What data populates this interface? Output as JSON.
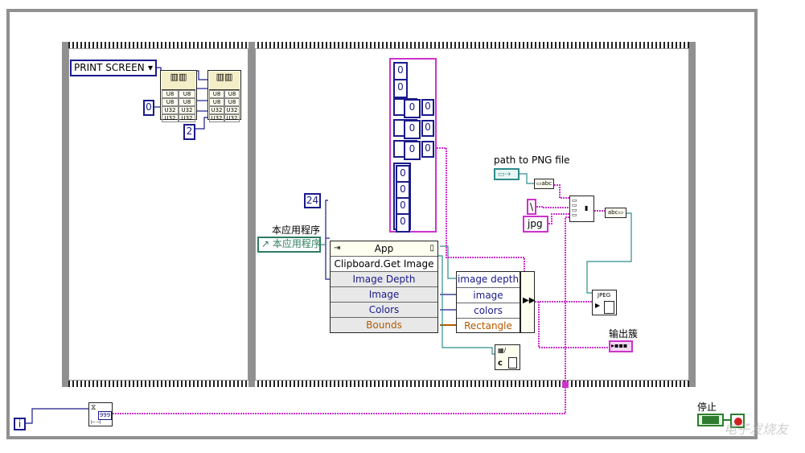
{
  "diagram": {
    "ring_constant": {
      "label": "PRINT SCREEN"
    },
    "constants": {
      "zero": "0",
      "two": "2",
      "twenty_four": "24",
      "nine_nine_nine": "999"
    },
    "type_rows": [
      "U8",
      "U8",
      "U32",
      "U32"
    ],
    "app_label": "本应用程序",
    "app_ref_control": "本应用程序",
    "property_node": {
      "class": "App",
      "property": "Clipboard.Get Image",
      "items": [
        "Image Depth",
        "Image",
        "Colors",
        "Bounds"
      ]
    },
    "bundle_node": {
      "items": [
        "image depth",
        "image",
        "colors",
        "Rectangle"
      ]
    },
    "cluster_constant": {
      "values": [
        "0",
        "0",
        "0",
        "0",
        "0",
        "0",
        "0",
        "0",
        "0",
        "0",
        "0",
        "0"
      ]
    },
    "path_label": "path to PNG file",
    "backslash_constant": "\\",
    "jpg_constant": "jpg",
    "jpeg_vi_label": "JPEG",
    "output_cluster_label": "输出簇",
    "stop_label": "停止",
    "loop_index": "i",
    "watermark": "电子发烧友",
    "colors": {
      "blue_wire": "#1a1a8c",
      "pink_wire": "#cc33cc",
      "teal_wire": "#2e8c8c",
      "orange_wire": "#b35900",
      "structure_border": "#909090"
    }
  }
}
